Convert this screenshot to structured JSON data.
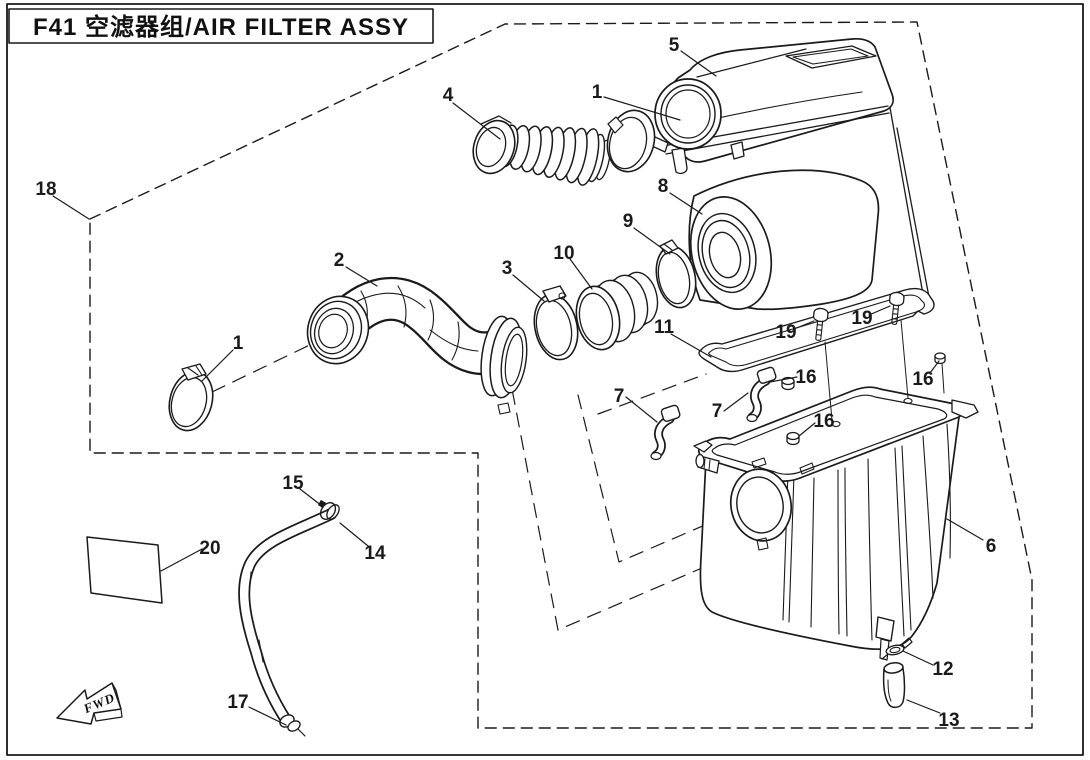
{
  "title": {
    "code": "F41",
    "name_cn": "空滤器组",
    "name_en": "AIR FILTER ASSY",
    "full": "F41  空滤器组/AIR FILTER ASSY"
  },
  "direction_label": "FWD",
  "colors": {
    "ink": "#1a1a1a",
    "paper": "#ffffff"
  },
  "callouts": [
    {
      "ref": "part-18-boundary",
      "label": "18"
    },
    {
      "ref": "part-4-intake-snorkel",
      "label": "4"
    },
    {
      "ref": "part-1-seal-ring-top",
      "label": "1"
    },
    {
      "ref": "part-5-airbox-cover",
      "label": "5"
    },
    {
      "ref": "part-8-filter-element",
      "label": "8"
    },
    {
      "ref": "part-9-clamp",
      "label": "9"
    },
    {
      "ref": "part-10-connector-tube",
      "label": "10"
    },
    {
      "ref": "part-2-intake-hose",
      "label": "2"
    },
    {
      "ref": "part-3-clamp",
      "label": "3"
    },
    {
      "ref": "part-11-gasket",
      "label": "11"
    },
    {
      "ref": "part-1-clamp-left",
      "label": "1"
    },
    {
      "ref": "part-7-hook-left",
      "label": "7"
    },
    {
      "ref": "part-7-hook-right",
      "label": "7"
    },
    {
      "ref": "part-16-nut-a",
      "label": "16"
    },
    {
      "ref": "part-16-nut-b",
      "label": "16"
    },
    {
      "ref": "part-16-nut-c",
      "label": "16"
    },
    {
      "ref": "part-19-bolt-a",
      "label": "19"
    },
    {
      "ref": "part-19-bolt-b",
      "label": "19"
    },
    {
      "ref": "part-6-airbox-body",
      "label": "6"
    },
    {
      "ref": "part-12-drain-clamp",
      "label": "12"
    },
    {
      "ref": "part-13-drain-cap",
      "label": "13"
    },
    {
      "ref": "part-20-label-sticker",
      "label": "20"
    },
    {
      "ref": "part-15-hose-clip",
      "label": "15"
    },
    {
      "ref": "part-14-vent-hose",
      "label": "14"
    },
    {
      "ref": "part-17-hose-end",
      "label": "17"
    }
  ]
}
